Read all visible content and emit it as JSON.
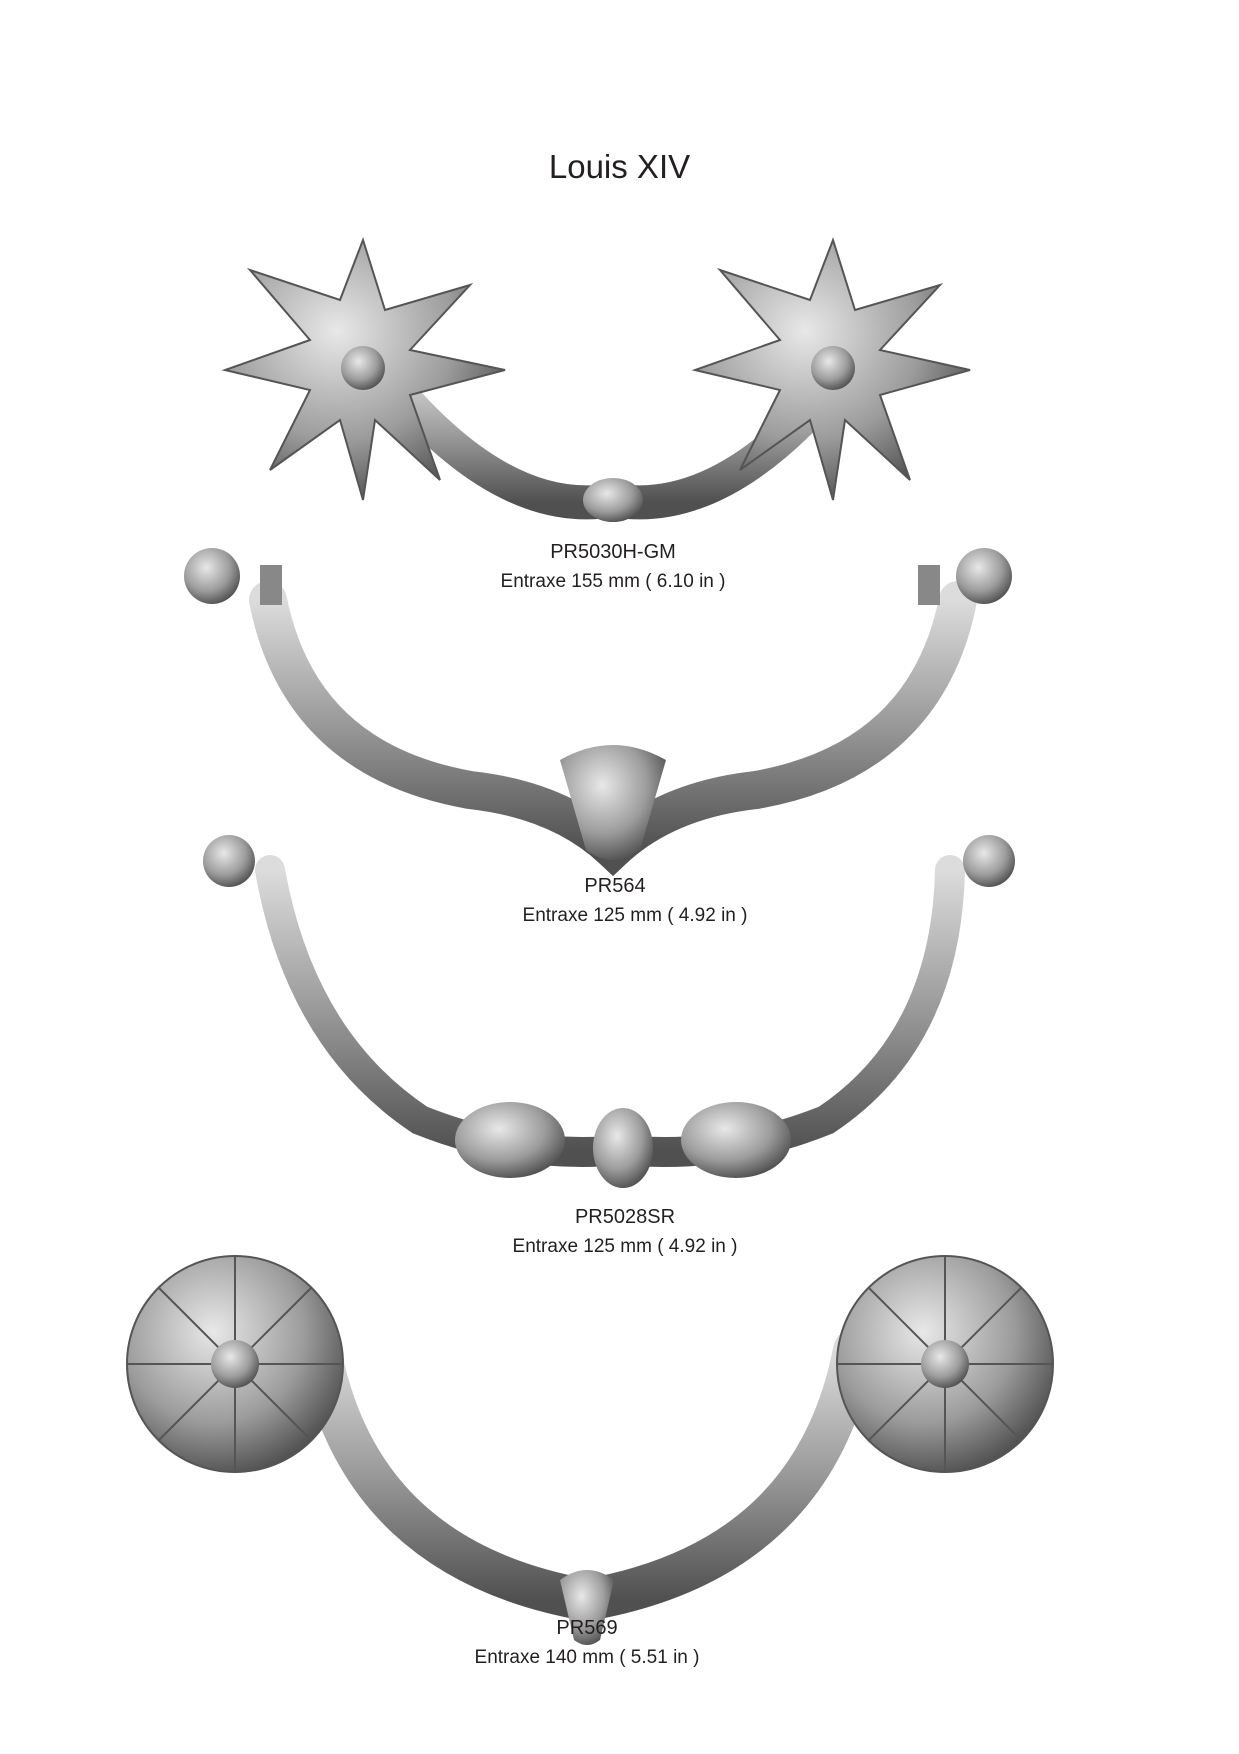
{
  "title": "Louis XIV",
  "products": [
    {
      "code": "PR5030H-GM",
      "spec": "Entraxe 155 mm  ( 6.10 in )"
    },
    {
      "code": "PR564",
      "spec": "Entraxe 125 mm ( 4.92 in )"
    },
    {
      "code": "PR5028SR",
      "spec": "Entraxe 125 mm ( 4.92 in )"
    },
    {
      "code": "PR569",
      "spec": "Entraxe 140 mm (  5.51 in )"
    }
  ],
  "colors": {
    "metal_light": "#d6d6d6",
    "metal_mid": "#9a9a9a",
    "metal_dark": "#4a4a4a"
  }
}
